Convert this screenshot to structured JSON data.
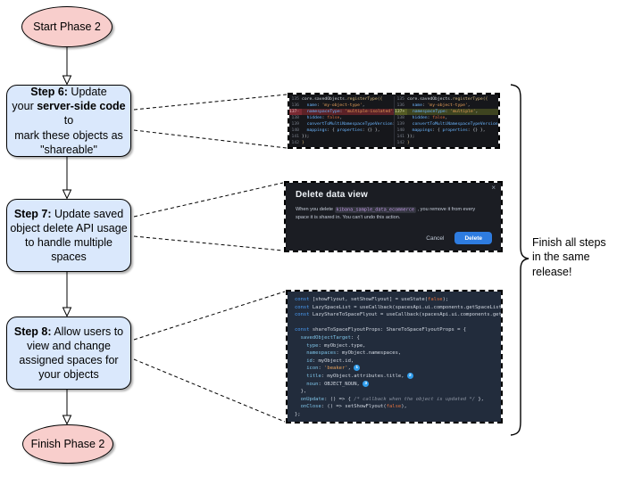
{
  "flowchart": {
    "start_label": "Start Phase 2",
    "finish_label": "Finish Phase 2",
    "side_note": "Finish all steps in the same release!",
    "steps": [
      {
        "segments": [
          {
            "text": "Step 6:",
            "bold": true
          },
          {
            "text": " Update",
            "bold": false
          },
          {
            "br": true
          },
          {
            "text": "your ",
            "bold": false
          },
          {
            "text": "server-side code",
            "bold": true
          },
          {
            "text": " to",
            "bold": false
          },
          {
            "br": true
          },
          {
            "text": "mark these objects as",
            "bold": false
          },
          {
            "br": true
          },
          {
            "text": "\"shareable\"",
            "bold": false
          }
        ]
      },
      {
        "segments": [
          {
            "text": "Step 7:",
            "bold": true
          },
          {
            "text": " Update saved",
            "bold": false
          },
          {
            "br": true
          },
          {
            "text": "object delete API usage",
            "bold": false
          },
          {
            "br": true
          },
          {
            "text": "to handle multiple spaces",
            "bold": false
          }
        ]
      },
      {
        "segments": [
          {
            "text": "Step 8:",
            "bold": true
          },
          {
            "text": " Allow users to",
            "bold": false
          },
          {
            "br": true
          },
          {
            "text": "view and change",
            "bold": false
          },
          {
            "br": true
          },
          {
            "text": "assigned spaces for",
            "bold": false
          },
          {
            "br": true
          },
          {
            "text": "your objects",
            "bold": false
          }
        ]
      }
    ]
  },
  "screenshots": {
    "code_diff": {
      "left_lines": [
        {
          "n": "135",
          "m": "",
          "cls": "",
          "t": [
            [
              "core.savedObjects.",
              "fg"
            ],
            [
              "registerType",
              "fn"
            ],
            [
              "({",
              "fn"
            ]
          ]
        },
        {
          "n": "136",
          "m": "",
          "cls": "",
          "t": [
            [
              "  ",
              "fg"
            ],
            [
              "name",
              "key"
            ],
            [
              ": ",
              "fg"
            ],
            [
              "'my-object-type'",
              "str"
            ],
            [
              ",",
              "fg"
            ]
          ]
        },
        {
          "n": "137",
          "m": "-",
          "cls": "removed",
          "t": [
            [
              "  ",
              "fg"
            ],
            [
              "namespaceType",
              "key"
            ],
            [
              ": ",
              "fg"
            ],
            [
              "'multiple-isolated'",
              "str"
            ],
            [
              ",",
              "fg"
            ]
          ]
        },
        {
          "n": "138",
          "m": "",
          "cls": "",
          "t": [
            [
              "  ",
              "fg"
            ],
            [
              "hidden",
              "key"
            ],
            [
              ": ",
              "fg"
            ],
            [
              "false",
              "bool"
            ],
            [
              ",",
              "fg"
            ]
          ]
        },
        {
          "n": "139",
          "m": "",
          "cls": "",
          "t": [
            [
              "  ",
              "fg"
            ],
            [
              "convertToMultiNamespaceTypeVersion",
              "key"
            ],
            [
              ": ",
              "fg"
            ],
            [
              "'",
              "str"
            ]
          ]
        },
        {
          "n": "140",
          "m": "",
          "cls": "",
          "t": [
            [
              "  ",
              "fg"
            ],
            [
              "mappings",
              "key"
            ],
            [
              ": ",
              "fg"
            ],
            [
              "{ ",
              "fg"
            ],
            [
              "properties",
              "key"
            ],
            [
              ": ",
              "fg"
            ],
            [
              "{} ",
              "fg"
            ],
            [
              "},",
              "fg"
            ]
          ]
        },
        {
          "n": "141",
          "m": "",
          "cls": "",
          "t": [
            [
              "});",
              "fg"
            ]
          ]
        },
        {
          "n": "142",
          "m": "",
          "cls": "",
          "t": [
            [
              "}",
              "fn"
            ]
          ]
        }
      ],
      "right_lines": [
        {
          "n": "135",
          "m": "",
          "cls": "",
          "t": [
            [
              "core.savedObjects.",
              "fg"
            ],
            [
              "registerType",
              "fn"
            ],
            [
              "({",
              "fn"
            ]
          ]
        },
        {
          "n": "136",
          "m": "",
          "cls": "",
          "t": [
            [
              "  ",
              "fg"
            ],
            [
              "name",
              "key"
            ],
            [
              ": ",
              "fg"
            ],
            [
              "'my-object-type'",
              "str"
            ],
            [
              ",",
              "fg"
            ]
          ]
        },
        {
          "n": "137",
          "m": "+",
          "cls": "added",
          "t": [
            [
              "  ",
              "fg"
            ],
            [
              "namespaceType",
              "key"
            ],
            [
              ": ",
              "fg"
            ],
            [
              "'multiple'",
              "str"
            ],
            [
              ",",
              "fg"
            ]
          ]
        },
        {
          "n": "138",
          "m": "",
          "cls": "",
          "t": [
            [
              "  ",
              "fg"
            ],
            [
              "hidden",
              "key"
            ],
            [
              ": ",
              "fg"
            ],
            [
              "false",
              "bool"
            ],
            [
              ",",
              "fg"
            ]
          ]
        },
        {
          "n": "139",
          "m": "",
          "cls": "",
          "t": [
            [
              "  ",
              "fg"
            ],
            [
              "convertToMultiNamespaceTypeVersion",
              "key"
            ],
            [
              ": ",
              "fg"
            ],
            [
              "'",
              "str"
            ]
          ]
        },
        {
          "n": "140",
          "m": "",
          "cls": "",
          "t": [
            [
              "  ",
              "fg"
            ],
            [
              "mappings",
              "key"
            ],
            [
              ": ",
              "fg"
            ],
            [
              "{ ",
              "fg"
            ],
            [
              "properties",
              "key"
            ],
            [
              ": ",
              "fg"
            ],
            [
              "{} ",
              "fg"
            ],
            [
              "},",
              "fg"
            ]
          ]
        },
        {
          "n": "141",
          "m": "",
          "cls": "",
          "t": [
            [
              "});",
              "fg"
            ]
          ]
        },
        {
          "n": "142",
          "m": "",
          "cls": "",
          "t": [
            [
              "}",
              "fn"
            ]
          ]
        }
      ]
    },
    "delete_modal": {
      "title": "Delete data view",
      "close_icon": "×",
      "body_before": "When you delete ",
      "code_chip": "kibana_sample_data_ecommerce",
      "body_after": " , you remove it from every space it is shared in. You can't undo this action.",
      "cancel_label": "Cancel",
      "delete_label": "Delete"
    },
    "flyout_code": {
      "lines": [
        [
          [
            "const",
            "kw"
          ],
          [
            " [showFlyout, setShowFlyout] = useState(",
            "fg"
          ],
          [
            "false",
            "bool"
          ],
          [
            ");",
            "fg"
          ]
        ],
        [
          [
            "const",
            "kw"
          ],
          [
            " LazySpaceList = useCallback(spacesApi.ui.components.getSpaceList",
            "fg"
          ]
        ],
        [
          [
            "const",
            "kw"
          ],
          [
            " LazyShareToSpaceFlyout = useCallback(spacesApi.ui.components.getShareToSpaceFlyout",
            "fg"
          ]
        ],
        [],
        [
          [
            "const",
            "kw"
          ],
          [
            " shareToSpaceFlyoutProps: ShareToSpaceFlyoutProps = {",
            "fg"
          ]
        ],
        [
          [
            "  ",
            "fg"
          ],
          [
            "savedObjectTarget",
            "key"
          ],
          [
            ": {",
            "fg"
          ]
        ],
        [
          [
            "    ",
            "fg"
          ],
          [
            "type",
            "key"
          ],
          [
            ": myObject.type,",
            "fg"
          ]
        ],
        [
          [
            "    ",
            "fg"
          ],
          [
            "namespaces",
            "key"
          ],
          [
            ": myObject.namespaces,",
            "fg"
          ]
        ],
        [
          [
            "    ",
            "fg"
          ],
          [
            "id",
            "key"
          ],
          [
            ": myObject.id,",
            "fg"
          ]
        ],
        [
          [
            "    ",
            "fg"
          ],
          [
            "icon",
            "key"
          ],
          [
            ": ",
            "fg"
          ],
          [
            "'beaker'",
            "str"
          ],
          [
            ", ",
            "fg"
          ],
          [
            "1",
            "badge"
          ]
        ],
        [
          [
            "    ",
            "fg"
          ],
          [
            "title",
            "key"
          ],
          [
            ": myObject.attributes.title, ",
            "fg"
          ],
          [
            "2",
            "badge"
          ]
        ],
        [
          [
            "    ",
            "fg"
          ],
          [
            "noun",
            "key"
          ],
          [
            ": OBJECT_NOUN, ",
            "fg"
          ],
          [
            "3",
            "badge"
          ]
        ],
        [
          [
            "  },",
            "fg"
          ]
        ],
        [
          [
            "  ",
            "fg"
          ],
          [
            "onUpdate",
            "key"
          ],
          [
            ": () => { ",
            "fg"
          ],
          [
            "/* callback when the object is updated */",
            "com"
          ],
          [
            " },",
            "fg"
          ]
        ],
        [
          [
            "  ",
            "fg"
          ],
          [
            "onClose",
            "key"
          ],
          [
            ": () => setShowFlyout(",
            "fg"
          ],
          [
            "false",
            "bool"
          ],
          [
            "),",
            "fg"
          ]
        ],
        [
          [
            "};",
            "fg"
          ]
        ]
      ]
    }
  },
  "colors": {
    "terminal_node_fill": "#f8cecc",
    "step_node_fill": "#dae8fc",
    "diff_removed_bg": "#5c2227",
    "diff_added_bg": "#3e4420",
    "delete_button": "#2e7ce0",
    "badge_blue": "#2f9ded"
  }
}
